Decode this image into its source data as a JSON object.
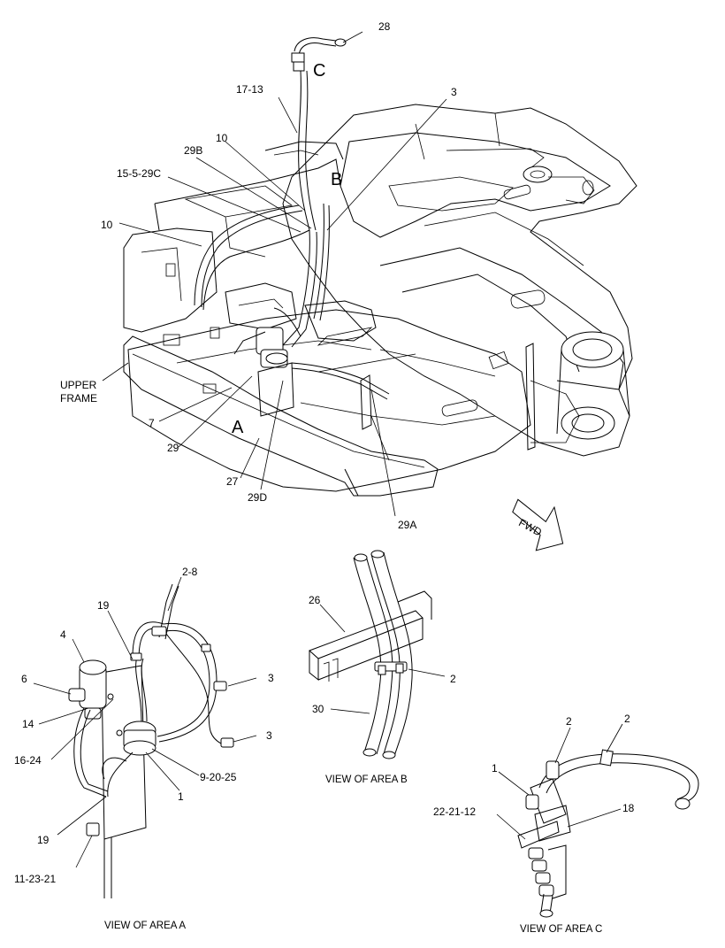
{
  "callouts": {
    "c28": "28",
    "cC_letter": "C",
    "c17_13": "17-13",
    "c3_top": "3",
    "c10_top": "10",
    "c29B": "29B",
    "cB_letter": "B",
    "c15_5_29C": "15-5-29C",
    "c10_left": "10",
    "upper_frame_1": "UPPER",
    "upper_frame_2": "FRAME",
    "c7": "7",
    "c29": "29",
    "cA_letter": "A",
    "c27": "27",
    "c29D": "29D",
    "c29A": "29A",
    "fwd": "FWD",
    "a_2_8": "2-8",
    "a_19_top": "19",
    "a_4": "4",
    "a_6": "6",
    "a_14": "14",
    "a_16_24": "16-24",
    "a_3_upper": "3",
    "a_3_lower": "3",
    "a_9_20_25": "9-20-25",
    "a_1": "1",
    "a_19_bottom": "19",
    "a_11_23_21": "11-23-21",
    "b_26": "26",
    "b_2": "2",
    "b_30": "30",
    "c_2_left": "2",
    "c_2_right": "2",
    "c_1": "1",
    "c_18": "18",
    "c_22_21_12": "22-21-12"
  },
  "captions": {
    "view_a": "VIEW OF AREA  A",
    "view_b": "VIEW OF AREA  B",
    "view_c": "VIEW OF AREA  C"
  }
}
